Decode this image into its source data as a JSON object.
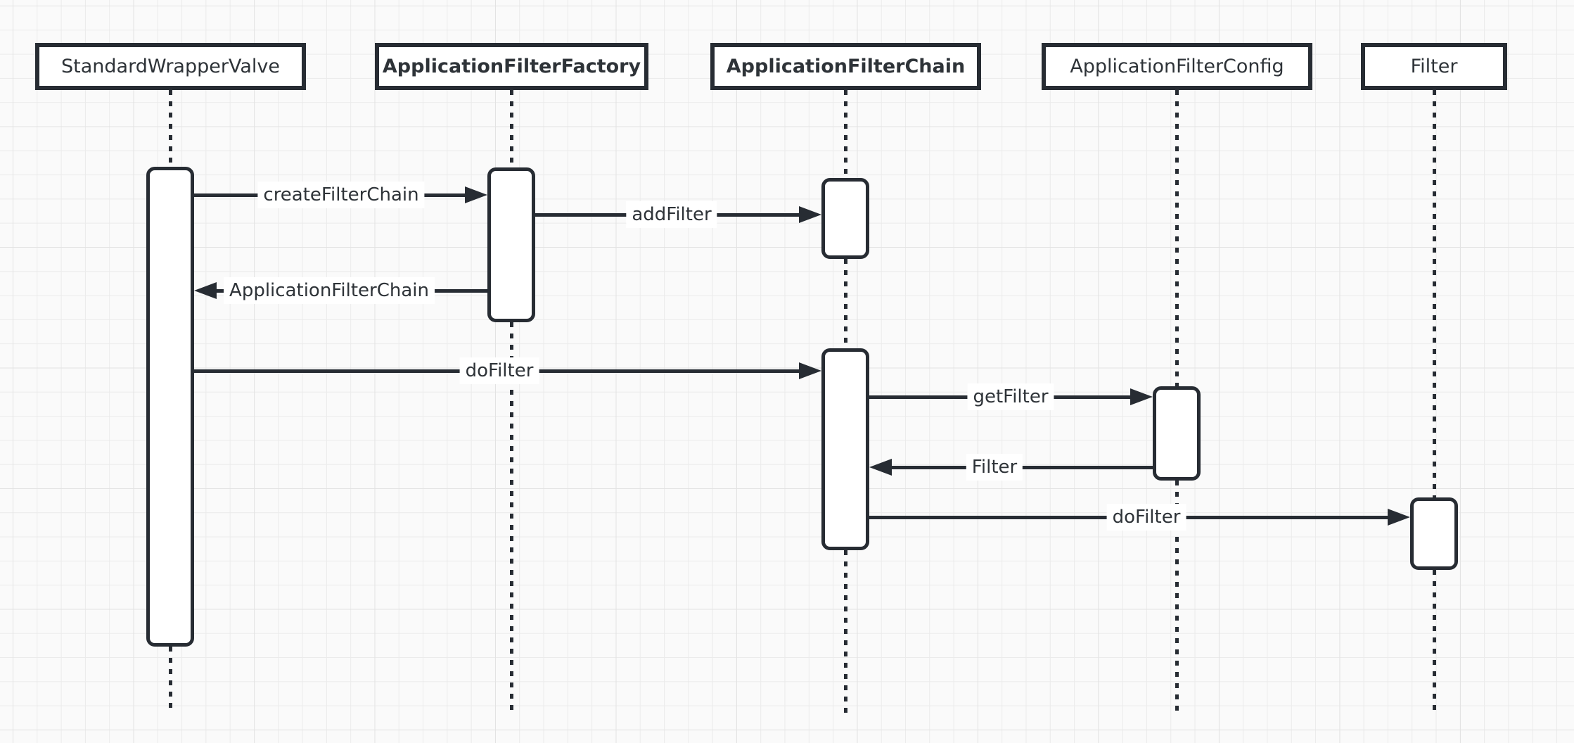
{
  "diagram": {
    "type": "uml-sequence-diagram",
    "colors": {
      "stroke": "#272c33",
      "text": "#2e3338",
      "shape_fill": "#ffffff",
      "canvas_background": "#fafafa",
      "grid_line": "#ebebeb",
      "label_background": "#ffffff"
    }
  },
  "participants": [
    {
      "name": "StandardWrapperValve",
      "bold": false
    },
    {
      "name": "ApplicationFilterFactory",
      "bold": true
    },
    {
      "name": "ApplicationFilterChain",
      "bold": true
    },
    {
      "name": "ApplicationFilterConfig",
      "bold": false
    },
    {
      "name": "Filter",
      "bold": false
    }
  ],
  "messages": [
    {
      "label": "createFilterChain",
      "from": "StandardWrapperValve",
      "to": "ApplicationFilterFactory",
      "direction": "right",
      "kind": "call"
    },
    {
      "label": "addFilter",
      "from": "ApplicationFilterFactory",
      "to": "ApplicationFilterChain",
      "direction": "right",
      "kind": "call"
    },
    {
      "label": "ApplicationFilterChain",
      "from": "ApplicationFilterFactory",
      "to": "StandardWrapperValve",
      "direction": "left",
      "kind": "return"
    },
    {
      "label": "doFilter",
      "from": "StandardWrapperValve",
      "to": "ApplicationFilterChain",
      "direction": "right",
      "kind": "call"
    },
    {
      "label": "getFilter",
      "from": "ApplicationFilterChain",
      "to": "ApplicationFilterConfig",
      "direction": "right",
      "kind": "call"
    },
    {
      "label": "Filter",
      "from": "ApplicationFilterConfig",
      "to": "ApplicationFilterChain",
      "direction": "left",
      "kind": "return"
    },
    {
      "label": "doFilter",
      "from": "ApplicationFilterChain",
      "to": "Filter",
      "direction": "right",
      "kind": "call"
    }
  ]
}
